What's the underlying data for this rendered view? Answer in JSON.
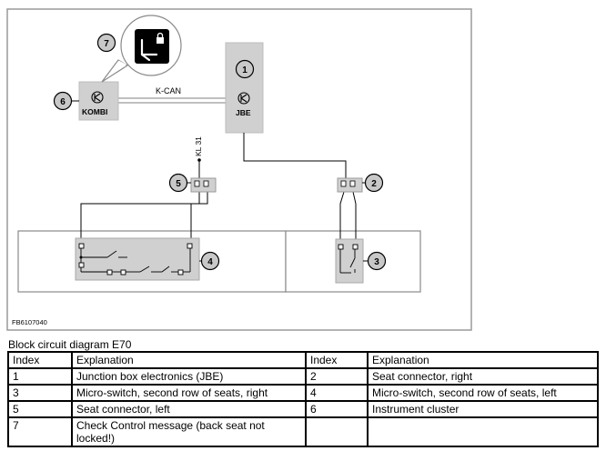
{
  "figure_code": "FB6107040",
  "bus_label": "K-CAN",
  "terminal_label": "KL 31",
  "components": {
    "kombi": "KOMBI",
    "jbe": "JBE"
  },
  "callouts": [
    "1",
    "2",
    "3",
    "4",
    "5",
    "6",
    "7"
  ],
  "caption": "Block circuit diagram E70",
  "legend": {
    "headers": [
      "Index",
      "Explanation",
      "Index",
      "Explanation"
    ],
    "rows": [
      [
        "1",
        "Junction box electronics (JBE)",
        "2",
        "Seat connector, right"
      ],
      [
        "3",
        "Micro-switch, second row of seats, right",
        "4",
        "Micro-switch, second row of seats, left"
      ],
      [
        "5",
        "Seat connector, left",
        "6",
        "Instrument cluster"
      ],
      [
        "7",
        "Check Control message (back seat not locked!)",
        "",
        ""
      ]
    ]
  }
}
